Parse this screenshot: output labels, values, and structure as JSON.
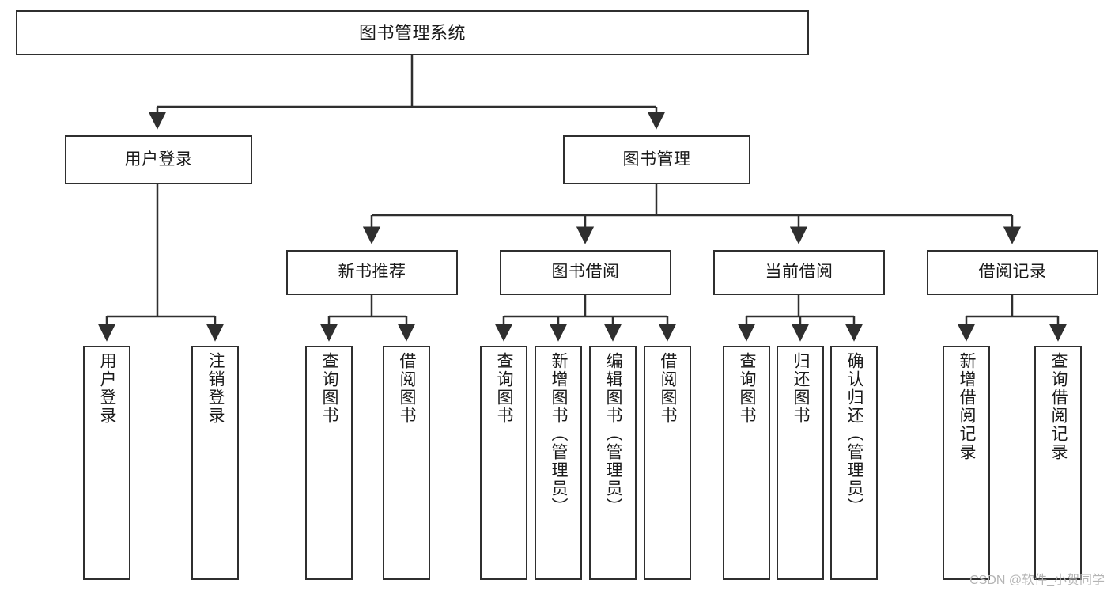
{
  "diagram": {
    "title": "图书管理系统",
    "type": "tree",
    "orientation": "top-down",
    "colors": {
      "box_border": "#2f2f2f",
      "box_fill": "#ffffff",
      "edge": "#2f2f2f",
      "text": "#1a1a1a",
      "watermark": "#b4b4b4",
      "background": "#ffffff"
    },
    "nodes": {
      "root": {
        "label": "图书管理系统"
      },
      "level2": [
        {
          "id": "user-login",
          "label": "用户登录"
        },
        {
          "id": "book-manage",
          "label": "图书管理"
        }
      ],
      "level3": [
        {
          "id": "new-book-rec",
          "label": "新书推荐"
        },
        {
          "id": "book-borrow",
          "label": "图书借阅"
        },
        {
          "id": "current-borrow",
          "label": "当前借阅"
        },
        {
          "id": "borrow-record",
          "label": "借阅记录"
        }
      ],
      "leaves": {
        "user-login": [
          {
            "id": "leaf-user-login",
            "label": "用户登录"
          },
          {
            "id": "leaf-logout",
            "label": "注销登录"
          }
        ],
        "new-book-rec": [
          {
            "id": "leaf-query-book-1",
            "label": "查询图书"
          },
          {
            "id": "leaf-borrow-book-1",
            "label": "借阅图书"
          }
        ],
        "book-borrow": [
          {
            "id": "leaf-query-book-2",
            "label": "查询图书"
          },
          {
            "id": "leaf-add-book",
            "label": "新增图书（管理员）"
          },
          {
            "id": "leaf-edit-book",
            "label": "编辑图书（管理员）"
          },
          {
            "id": "leaf-borrow-book-2",
            "label": "借阅图书"
          }
        ],
        "current-borrow": [
          {
            "id": "leaf-query-book-3",
            "label": "查询图书"
          },
          {
            "id": "leaf-return-book",
            "label": "归还图书"
          },
          {
            "id": "leaf-confirm-return",
            "label": "确认归还（管理员）"
          }
        ],
        "borrow-record": [
          {
            "id": "leaf-add-record",
            "label": "新增借阅记录"
          },
          {
            "id": "leaf-query-record",
            "label": "查询借阅记录"
          }
        ]
      }
    },
    "watermark": "CSDN @软件_小贺同学"
  }
}
